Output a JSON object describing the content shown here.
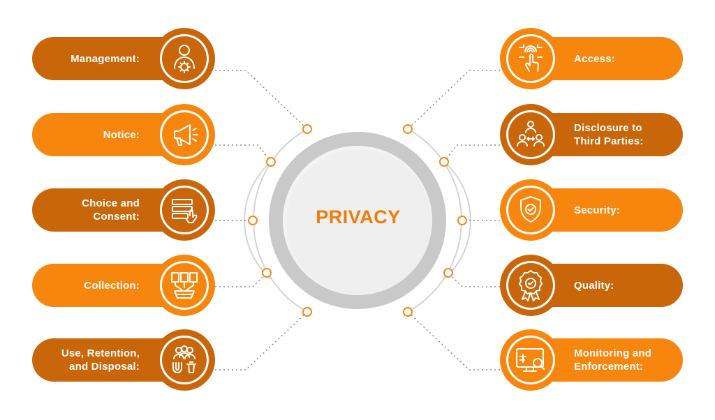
{
  "diagram": {
    "center": {
      "title": "PRIVACY"
    },
    "colors": {
      "dark": "#c9660a",
      "bright": "#f7860f",
      "title": "#f07c0a",
      "ring": "#c8c8c8"
    },
    "left_items": [
      {
        "label": "Management:",
        "icon": "user-gear-icon",
        "shade": "dark"
      },
      {
        "label": "Notice:",
        "icon": "megaphone-icon",
        "shade": "bright"
      },
      {
        "label": "Choice and\nConsent:",
        "icon": "checklist-hand-icon",
        "shade": "dark"
      },
      {
        "label": "Collection:",
        "icon": "documents-to-box-icon",
        "shade": "bright"
      },
      {
        "label": "Use, Retention,\nand Disposal:",
        "icon": "people-magnet-trash-icon",
        "shade": "dark"
      }
    ],
    "right_items": [
      {
        "label": "Access:",
        "icon": "fingerprint-touch-icon",
        "shade": "bright"
      },
      {
        "label": "Disclosure to\nThird Parties:",
        "icon": "people-share-icon",
        "shade": "dark"
      },
      {
        "label": "Security:",
        "icon": "shield-check-icon",
        "shade": "bright"
      },
      {
        "label": "Quality:",
        "icon": "quality-badge-icon",
        "shade": "dark"
      },
      {
        "label": "Monitoring and\nEnforcement:",
        "icon": "monitor-magnifier-icon",
        "shade": "bright"
      }
    ]
  }
}
